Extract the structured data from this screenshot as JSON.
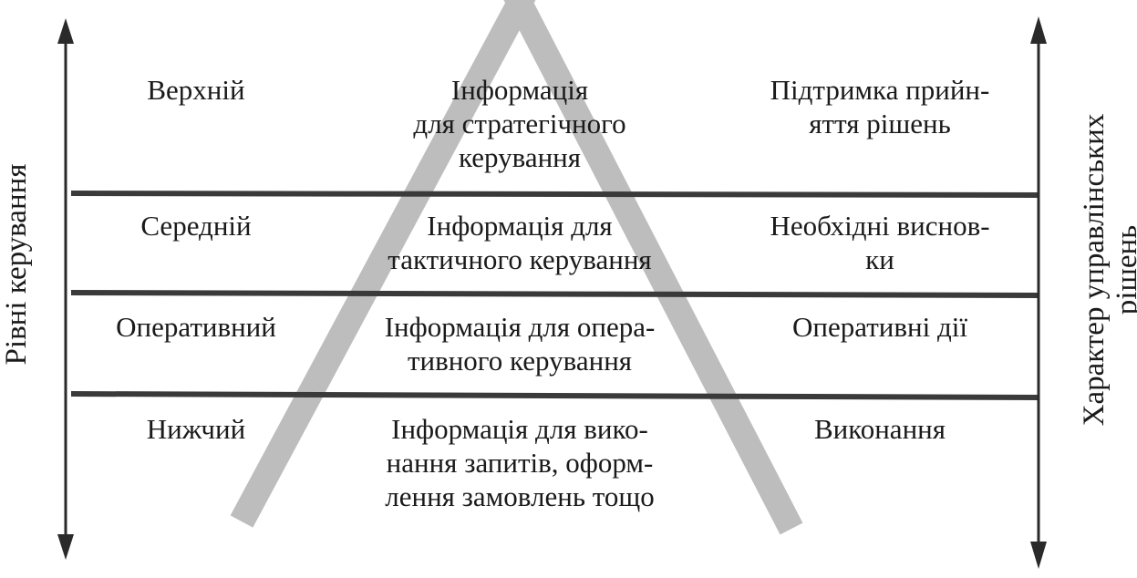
{
  "left_axis_label": "Рівні керування",
  "right_axis_label": "Характер управлінських\nрішень",
  "rows": [
    {
      "level": "Верхній",
      "information": "Інформація\nдля стратегічного\nкерування",
      "decision": "Підтримка прийн-\nяття рішень"
    },
    {
      "level": "Середній",
      "information": "Інформація для\nтактичного керування",
      "decision": "Необхідні виснов-\nки"
    },
    {
      "level": "Оперативний",
      "information": "Інформація для опера-\nтивного керування",
      "decision": "Оперативні дії"
    },
    {
      "level": "Нижчий",
      "information": "Інформація для вико-\nнання запитів, оформ-\nлення замовлень тощо",
      "decision": "Виконання"
    }
  ],
  "colors": {
    "ink": "#1c1c1c",
    "pyramid": "#bdbdbd",
    "lines": "#3a3a3a"
  }
}
